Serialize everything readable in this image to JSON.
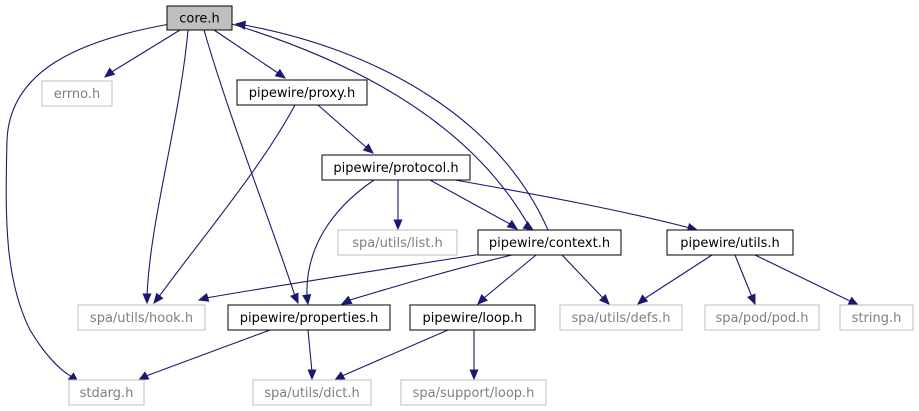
{
  "diagram": {
    "nodes": {
      "core": {
        "label": "core.h",
        "style": "focus"
      },
      "errno": {
        "label": "errno.h",
        "style": "external"
      },
      "proxy": {
        "label": "pipewire/proxy.h",
        "style": "internal"
      },
      "protocol": {
        "label": "pipewire/protocol.h",
        "style": "internal"
      },
      "list": {
        "label": "spa/utils/list.h",
        "style": "external"
      },
      "context": {
        "label": "pipewire/context.h",
        "style": "internal"
      },
      "utils": {
        "label": "pipewire/utils.h",
        "style": "internal"
      },
      "hook": {
        "label": "spa/utils/hook.h",
        "style": "external"
      },
      "properties": {
        "label": "pipewire/properties.h",
        "style": "internal"
      },
      "loop": {
        "label": "pipewire/loop.h",
        "style": "internal"
      },
      "defs": {
        "label": "spa/utils/defs.h",
        "style": "external"
      },
      "pod": {
        "label": "spa/pod/pod.h",
        "style": "external"
      },
      "string": {
        "label": "string.h",
        "style": "external"
      },
      "stdarg": {
        "label": "stdarg.h",
        "style": "external"
      },
      "dict": {
        "label": "spa/utils/dict.h",
        "style": "external"
      },
      "supportloop": {
        "label": "spa/support/loop.h",
        "style": "external"
      }
    },
    "edges": [
      [
        "core",
        "errno"
      ],
      [
        "core",
        "proxy"
      ],
      [
        "core",
        "hook"
      ],
      [
        "core",
        "properties"
      ],
      [
        "core",
        "stdarg"
      ],
      [
        "core",
        "context"
      ],
      [
        "context",
        "core"
      ],
      [
        "proxy",
        "protocol"
      ],
      [
        "proxy",
        "hook"
      ],
      [
        "protocol",
        "list"
      ],
      [
        "protocol",
        "context"
      ],
      [
        "protocol",
        "utils"
      ],
      [
        "protocol",
        "properties"
      ],
      [
        "context",
        "hook"
      ],
      [
        "context",
        "properties"
      ],
      [
        "context",
        "loop"
      ],
      [
        "context",
        "defs"
      ],
      [
        "utils",
        "defs"
      ],
      [
        "utils",
        "pod"
      ],
      [
        "utils",
        "string"
      ],
      [
        "properties",
        "stdarg"
      ],
      [
        "properties",
        "dict"
      ],
      [
        "loop",
        "dict"
      ],
      [
        "loop",
        "supportloop"
      ]
    ],
    "colors": {
      "edge": "#191970",
      "focus_fill": "#bfbfbf",
      "internal_border": "#000000",
      "external_border": "#bfbfbf",
      "internal_text": "#000000",
      "external_text": "#7f7f7f"
    }
  }
}
